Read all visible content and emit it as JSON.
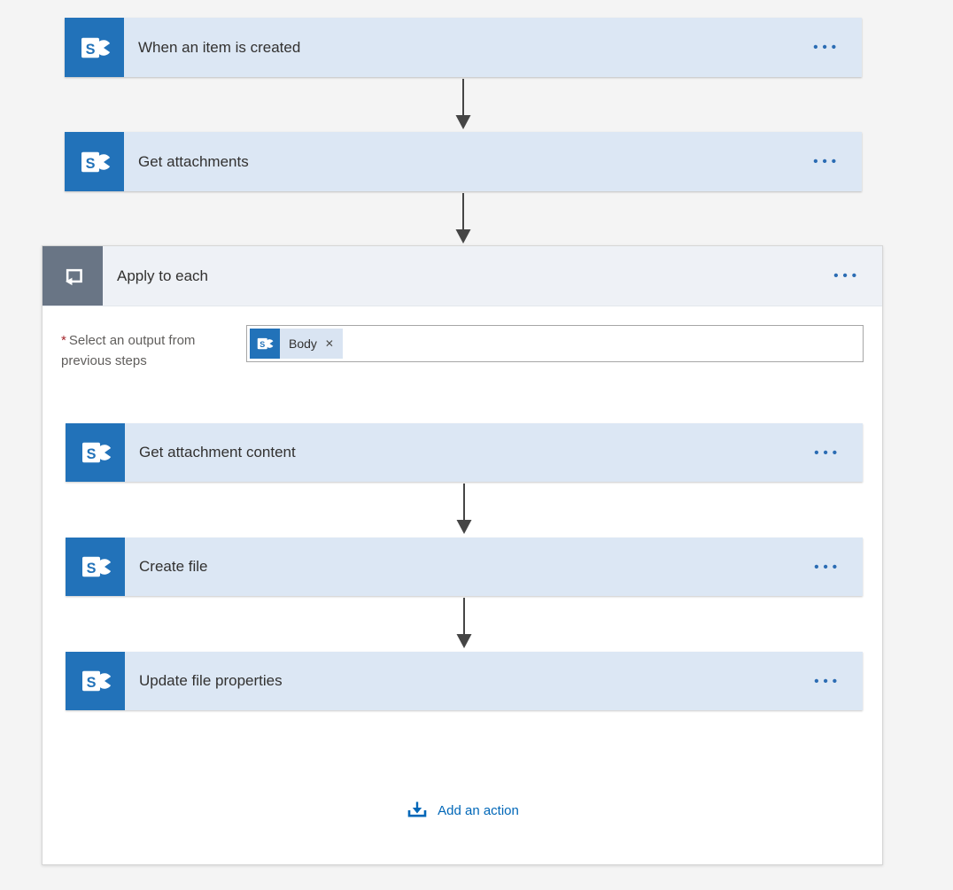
{
  "menu_symbol": "•••",
  "colors": {
    "page_bg": "#f4f4f4",
    "card_bg": "#dce7f4",
    "sharepoint_blue": "#2272b9",
    "apply_header_bg": "#eef1f6",
    "apply_icon_gray": "#697585",
    "link_blue": "#0067b8",
    "arrow_gray": "#454545"
  },
  "icons": {
    "sharepoint": "sharepoint-icon",
    "apply_loop": "loop-icon",
    "down_arrow": "down-arrow-icon",
    "add_action": "add-action-icon",
    "remove_token": "close-icon"
  },
  "flow": {
    "trigger": {
      "title": "When an item is created"
    },
    "get_attachments": {
      "title": "Get attachments"
    },
    "apply_to_each": {
      "title": "Apply to each",
      "output_field": {
        "required_mark": "*",
        "label": "Select an output from previous steps",
        "token": {
          "name": "Body",
          "remove_symbol": "✕"
        }
      },
      "actions": [
        {
          "title": "Get attachment content"
        },
        {
          "title": "Create file"
        },
        {
          "title": "Update file properties"
        }
      ],
      "add_action_label": "Add an action"
    }
  }
}
